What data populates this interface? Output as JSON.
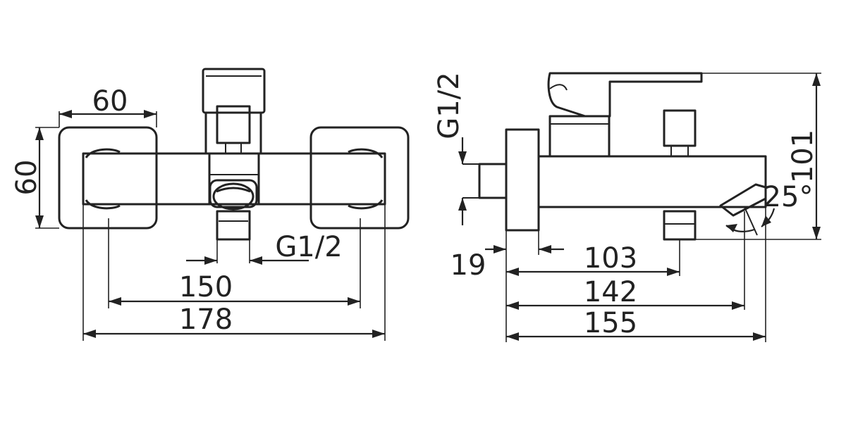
{
  "front_view": {
    "dim_width_top": "60",
    "dim_height_left": "60",
    "dim_thread": "G1/2",
    "dim_center_distance": "150",
    "dim_overall_width": "178"
  },
  "side_view": {
    "dim_thread_vertical": "G1/2",
    "dim_wall_flange": "19",
    "dim_spout_to_outlet": "103",
    "dim_spout_projection": "142",
    "dim_overall_depth": "155",
    "dim_height": "101",
    "dim_angle": "25°"
  },
  "colors": {
    "line": "#222222",
    "background": "#ffffff"
  }
}
